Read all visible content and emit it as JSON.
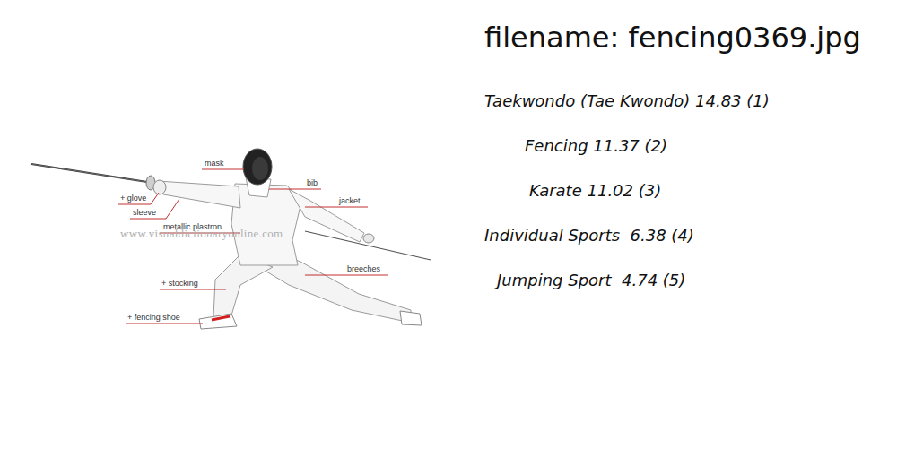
{
  "diagram": {
    "title": "filename: fencing0369.jpg",
    "labels": [
      "mask",
      "bib",
      "jacket",
      "+ glove",
      "sleeve",
      "metallic plastron",
      "+ stocking",
      "breeches",
      "+ fencing shoe",
      "www.visualdictionaryonline.com",
      "Taekwondo (Tae Kwondo) 14.83 (1)",
      "Fencing 11.37 (2)",
      "Karate 11.02 (3)",
      "Individual Sports  6.38 (4)",
      "Jumping Sport  4.74 (5)"
    ]
  }
}
